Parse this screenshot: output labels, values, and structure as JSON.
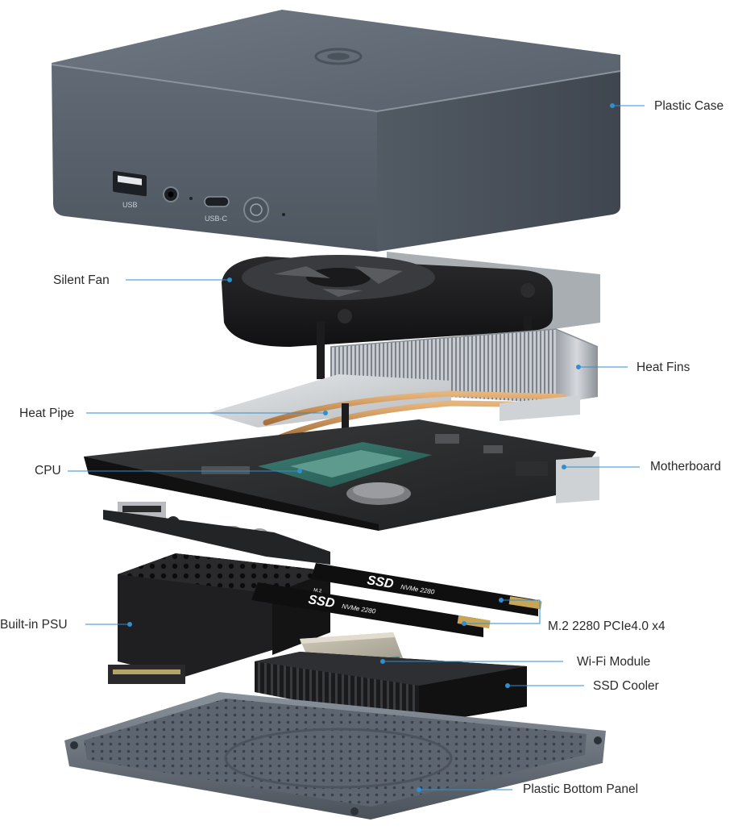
{
  "diagram": {
    "labels": {
      "plastic_case": "Plastic Case",
      "silent_fan": "Silent Fan",
      "heat_fins": "Heat Fins",
      "heat_pipe": "Heat Pipe",
      "cpu": "CPU",
      "motherboard": "Motherboard",
      "built_in_psu": "Built-in PSU",
      "m2_ssd": "M.2 2280 PCIe4.0 x4",
      "wifi_module": "Wi-Fi Module",
      "ssd_cooler": "SSD Cooler",
      "bottom_panel": "Plastic Bottom Panel"
    },
    "port_labels": {
      "usb": "USB",
      "usb_c": "USB-C"
    },
    "ssd_text": {
      "brand": "SSD",
      "spec": "NVMe 2280",
      "small": "M.2"
    },
    "leader_line_color": "#2f8fd0",
    "case_color": "#5a6470"
  }
}
